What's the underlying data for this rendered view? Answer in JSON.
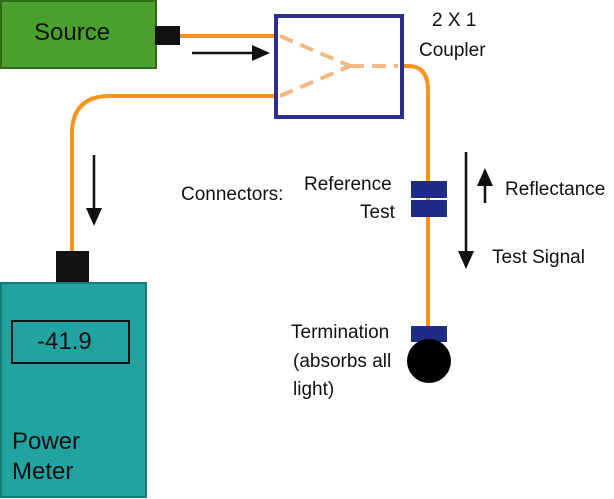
{
  "source": {
    "label": "Source"
  },
  "coupler": {
    "line1": "2 X 1",
    "line2": "Coupler"
  },
  "connectors": {
    "label": "Connectors:",
    "reference": "Reference",
    "test": "Test"
  },
  "reflectance": {
    "label": "Reflectance"
  },
  "test_signal": {
    "label": "Test Signal"
  },
  "termination": {
    "line1": "Termination",
    "line2": "(absorbs all",
    "line3": "light)"
  },
  "power_meter": {
    "reading": "-41.9",
    "line1": "Power",
    "line2": "Meter"
  },
  "colors": {
    "source_fill": "#4aa02c",
    "meter_fill": "#21a3a1",
    "fiber": "#f7941d",
    "fiber_inner": "#f4b982",
    "coupler_border": "#2b2f8f",
    "connector": "#1f2b85"
  }
}
